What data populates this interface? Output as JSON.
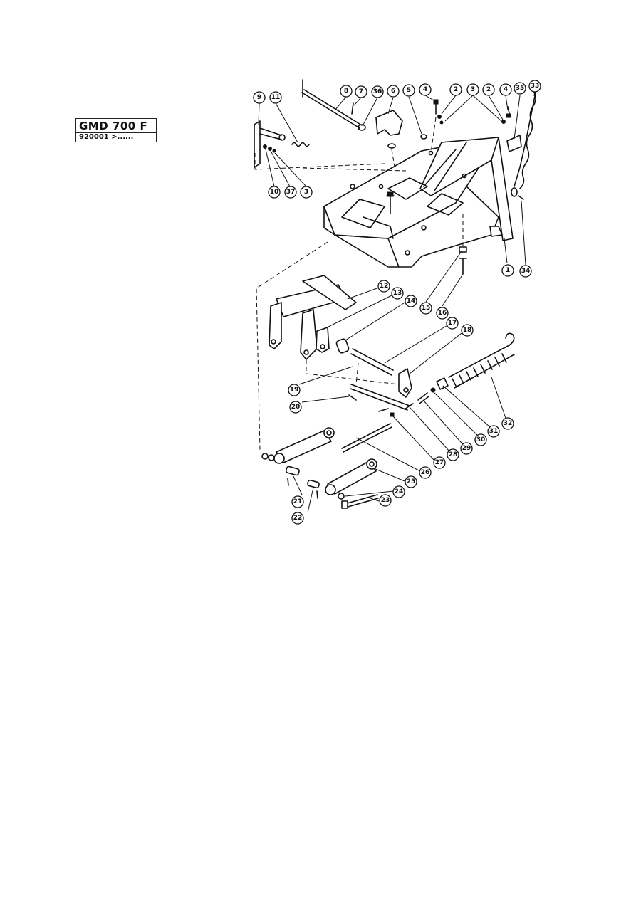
{
  "model_label": {
    "title": "GMD 700 F",
    "serial": "920001 >......"
  },
  "callouts": [
    {
      "id": "c1",
      "label": "1"
    },
    {
      "id": "c2a",
      "label": "2"
    },
    {
      "id": "c2b",
      "label": "2"
    },
    {
      "id": "c3a",
      "label": "3"
    },
    {
      "id": "c3b",
      "label": "3"
    },
    {
      "id": "c4a",
      "label": "4"
    },
    {
      "id": "c4b",
      "label": "4"
    },
    {
      "id": "c5a",
      "label": "5"
    },
    {
      "id": "c6",
      "label": "6"
    },
    {
      "id": "c7",
      "label": "7"
    },
    {
      "id": "c8",
      "label": "8"
    },
    {
      "id": "c9",
      "label": "9"
    },
    {
      "id": "c10",
      "label": "10"
    },
    {
      "id": "c11",
      "label": "11"
    },
    {
      "id": "c12",
      "label": "12"
    },
    {
      "id": "c13",
      "label": "13"
    },
    {
      "id": "c14",
      "label": "14"
    },
    {
      "id": "c15",
      "label": "15"
    },
    {
      "id": "c16",
      "label": "16"
    },
    {
      "id": "c17",
      "label": "17"
    },
    {
      "id": "c18",
      "label": "18"
    },
    {
      "id": "c19",
      "label": "19"
    },
    {
      "id": "c20",
      "label": "20"
    },
    {
      "id": "c21",
      "label": "21"
    },
    {
      "id": "c22",
      "label": "22"
    },
    {
      "id": "c23",
      "label": "23"
    },
    {
      "id": "c24",
      "label": "24"
    },
    {
      "id": "c25",
      "label": "25"
    },
    {
      "id": "c26",
      "label": "26"
    },
    {
      "id": "c27",
      "label": "27"
    },
    {
      "id": "c28",
      "label": "28"
    },
    {
      "id": "c29",
      "label": "29"
    },
    {
      "id": "c30",
      "label": "30"
    },
    {
      "id": "c31",
      "label": "31"
    },
    {
      "id": "c32",
      "label": "32"
    },
    {
      "id": "c33",
      "label": "33"
    },
    {
      "id": "c34",
      "label": "34"
    },
    {
      "id": "c35",
      "label": "35"
    },
    {
      "id": "c36",
      "label": "36"
    },
    {
      "id": "c37",
      "label": "37"
    },
    {
      "id": "c3c",
      "label": "3"
    }
  ]
}
